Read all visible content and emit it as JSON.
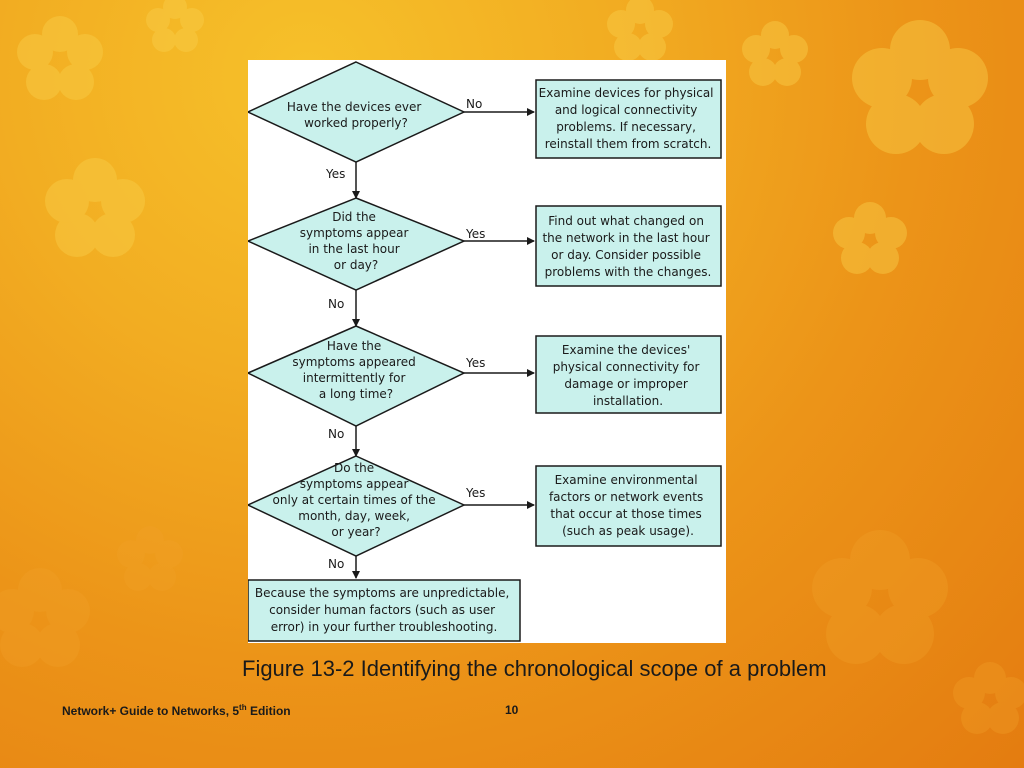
{
  "caption": "Figure 13-2 Identifying the chronological scope of a problem",
  "footer": {
    "book_title_pre": "Network+ Guide to Networks, 5",
    "book_title_sup": "th",
    "book_title_post": " Edition",
    "page_number": "10"
  },
  "colors": {
    "node_fill": "#c9f1ec",
    "node_stroke": "#1a1a1a",
    "background_orange": "#ec9418"
  },
  "flowchart": {
    "decisions": [
      {
        "id": "d1",
        "lines": [
          "Have the devices ever",
          "worked properly?"
        ]
      },
      {
        "id": "d2",
        "lines": [
          "Did the",
          "symptoms appear",
          "in the last hour",
          "or day?"
        ]
      },
      {
        "id": "d3",
        "lines": [
          "Have the",
          "symptoms appeared",
          "intermittently for",
          "a long time?"
        ]
      },
      {
        "id": "d4",
        "lines": [
          "Do the",
          "symptoms appear",
          "only at certain times of the",
          "month, day, week,",
          "or year?"
        ]
      }
    ],
    "actions": [
      {
        "id": "a1",
        "lines": [
          "Examine devices for physical",
          "and logical connectivity",
          "problems. If necessary,",
          "reinstall them from scratch."
        ]
      },
      {
        "id": "a2",
        "lines": [
          "Find out what changed on",
          "the network in the last hour",
          "or day. Consider possible",
          "problems with the changes."
        ]
      },
      {
        "id": "a3",
        "lines": [
          "Examine the devices'",
          "physical connectivity for",
          "damage or improper",
          "installation."
        ]
      },
      {
        "id": "a4",
        "lines": [
          "Examine environmental",
          "factors or network events",
          "that occur at those times",
          "(such as peak usage)."
        ]
      },
      {
        "id": "a5",
        "lines": [
          "Because the symptoms are unpredictable,",
          "consider human factors (such as user",
          "error) in your further troubleshooting."
        ]
      }
    ],
    "edges": [
      {
        "from": "d1",
        "to": "a1",
        "label": "No"
      },
      {
        "from": "d1",
        "to": "d2",
        "label": "Yes"
      },
      {
        "from": "d2",
        "to": "a2",
        "label": "Yes"
      },
      {
        "from": "d2",
        "to": "d3",
        "label": "No"
      },
      {
        "from": "d3",
        "to": "a3",
        "label": "Yes"
      },
      {
        "from": "d3",
        "to": "d4",
        "label": "No"
      },
      {
        "from": "d4",
        "to": "a4",
        "label": "Yes"
      },
      {
        "from": "d4",
        "to": "a5",
        "label": "No"
      }
    ]
  }
}
